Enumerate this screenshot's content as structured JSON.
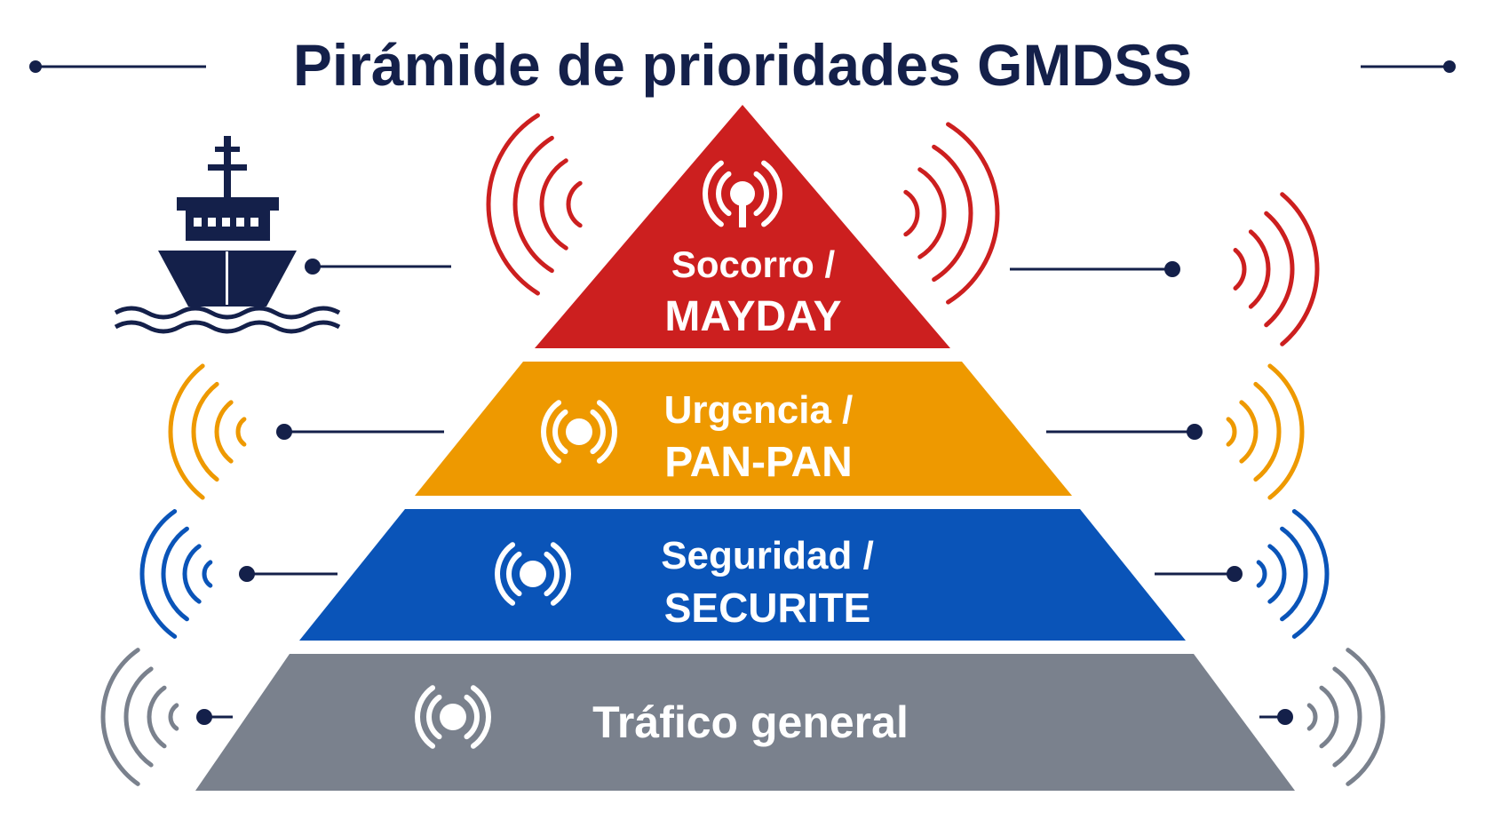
{
  "title": "Pirámide de prioridades GMDSS",
  "colors": {
    "navy": "#14204a",
    "distress": "#cc1f1f",
    "urgency": "#ee9900",
    "safety": "#0a54b8",
    "routine": "#7a818d"
  },
  "icons": [
    "ship-icon",
    "radio-wave-icon",
    "antenna-icon"
  ],
  "levels": [
    {
      "id": "distress",
      "line1": "Socorro /",
      "line2": "MAYDAY",
      "color": "#cc1f1f"
    },
    {
      "id": "urgency",
      "line1": "Urgencia /",
      "line2": "PAN-PAN",
      "color": "#ee9900"
    },
    {
      "id": "safety",
      "line1": "Seguridad /",
      "line2": "SECURITE",
      "color": "#0a54b8"
    },
    {
      "id": "routine",
      "line1": "Tráfico general",
      "line2": "",
      "color": "#7a818d"
    }
  ]
}
